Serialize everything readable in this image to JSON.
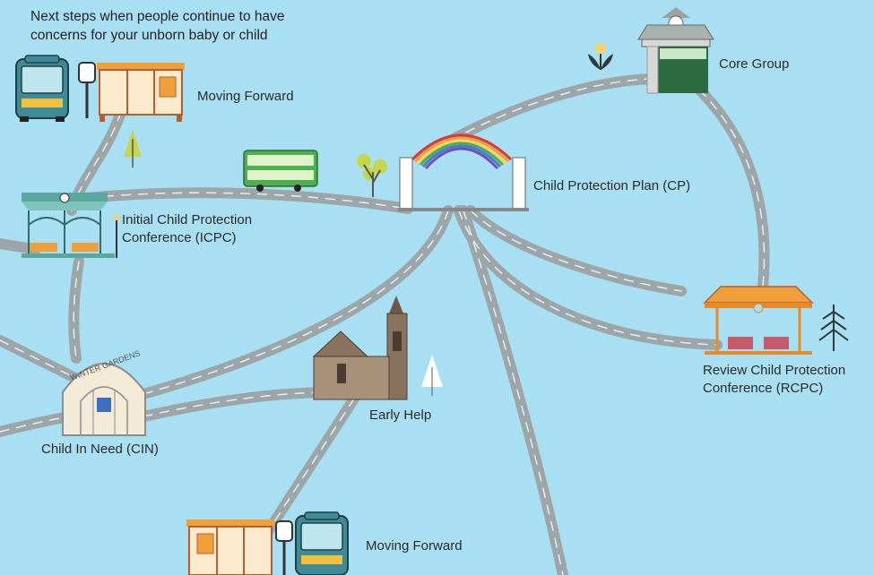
{
  "intro": {
    "line1": "Next steps when people continue to have",
    "line2": "concerns for your unborn baby or child"
  },
  "stops": {
    "moving_forward_top": "Moving Forward",
    "icpc_line1": "Initial Child Protection",
    "icpc_line2": "Conference (ICPC)",
    "cp_plan": "Child Protection Plan (CP)",
    "core_group": "Core Group",
    "rcpc_line1": "Review Child Protection",
    "rcpc_line2": "Conference (RCPC)",
    "winter_gardens_sign": "WINTER GARDENS",
    "cin": "Child  In  Need  (CIN)",
    "early_help": "Early Help",
    "moving_forward_bottom": "Moving Forward"
  },
  "colors": {
    "sky": "#a9dff3",
    "road": "#9ca5a8",
    "road_dash": "#e8eef0",
    "orange_roof": "#f0a03a",
    "bus_teal": "#3e8a96",
    "tram_green": "#4caf50",
    "core_group_green": "#2c6b3d"
  }
}
